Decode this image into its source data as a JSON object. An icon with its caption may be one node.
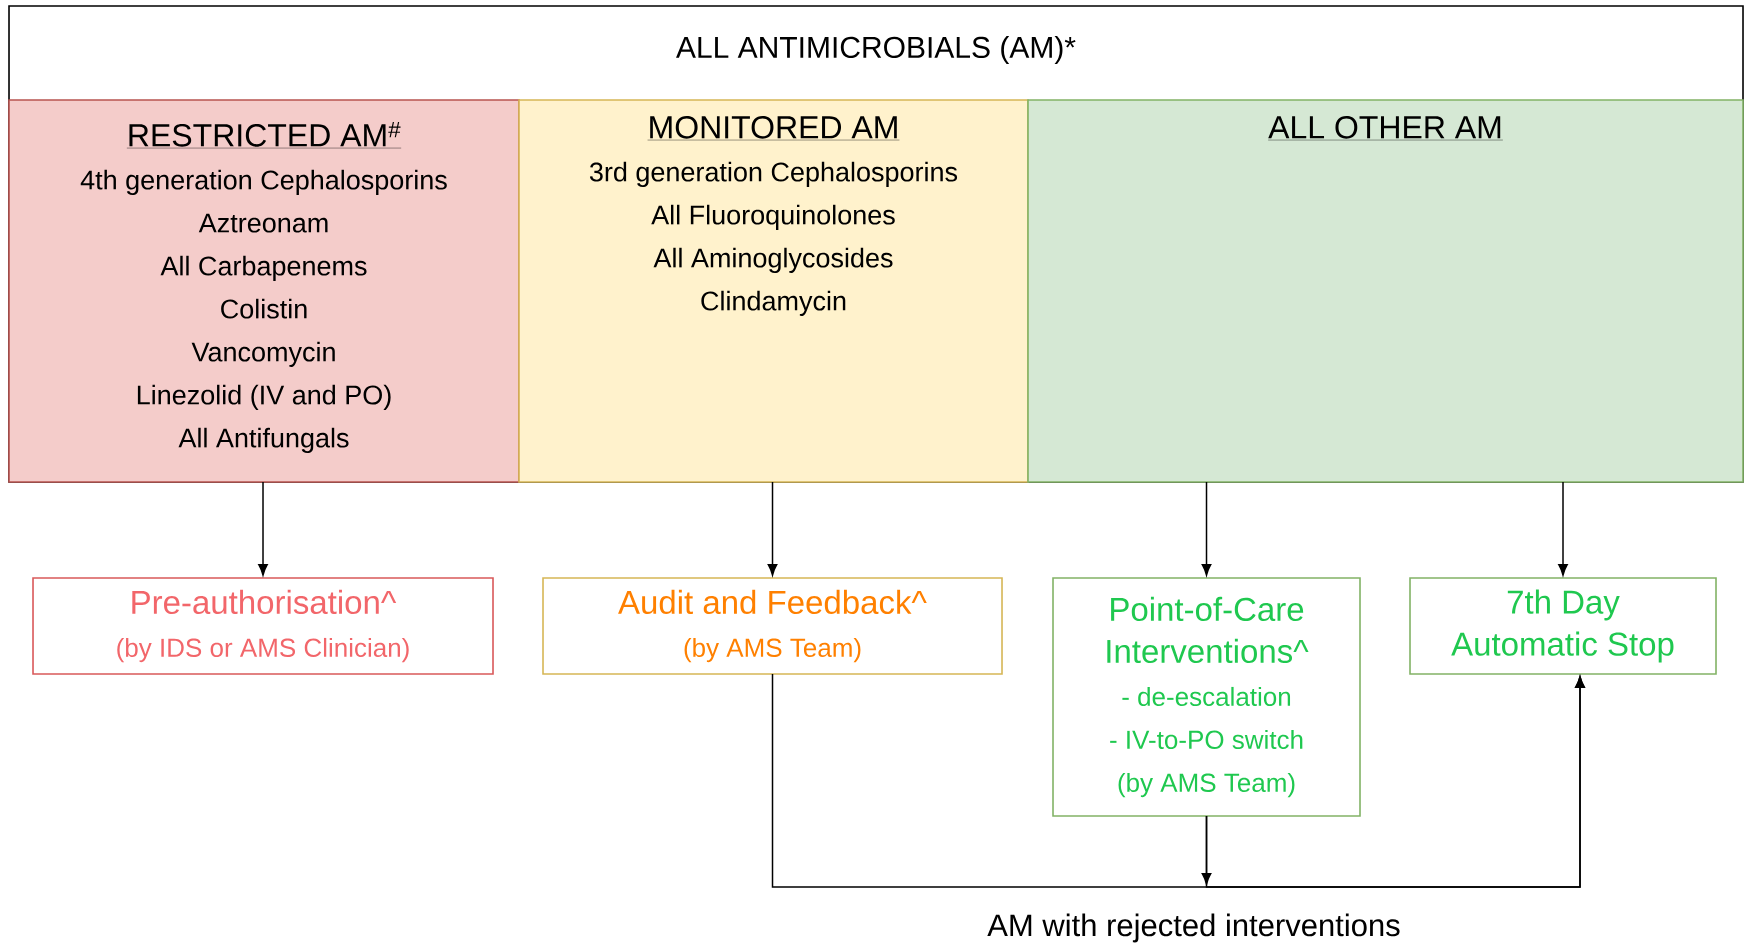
{
  "diagram": {
    "nodes": [
      {
        "text": [
          "ALL ANTIMICROBIALS (AM)*"
        ]
      },
      {
        "text": [
          "RESTRICTED AM$^{#}$",
          "4th generation Cephalosporins",
          "Aztreonam",
          "All Carbapenems",
          "Colistin",
          "Vancomycin",
          "Linezolid (IV and PO)",
          "All Antifungals"
        ],
        "in": 0
      },
      {
        "text": [
          "MONITORED AM",
          "3rd  generation Cephalosporins",
          "All Fluoroquinolones",
          "All Aminoglycosides",
          "Clindamycin"
        ],
        "in": 0
      },
      {
        "text": [
          "ALL OTHER AM"
        ],
        "in": 0
      },
      {
        "text": [
          "Pre-authorisation^",
          "(by IDS or AMS Clinician)"
        ]
      },
      {
        "text": [
          "Audit and Feedback^",
          "(by AMS Team)"
        ]
      },
      {
        "text": [
          "Point-of-Care Interventions^",
          "- de-escalation",
          "- IV-to-PO switch",
          "(by AMS Team)"
        ]
      },
      {
        "text": [
          "7th Day Automatic Stop"
        ]
      }
    ],
    "edges": [
      {
        "from": 1,
        "to": 4,
        "arrow": "to"
      },
      {
        "from": 2,
        "to": 5,
        "arrow": "to"
      },
      {
        "from": 3,
        "to": 6,
        "arrow": "to"
      },
      {
        "from": 3,
        "to": 7,
        "arrow": "to"
      },
      {
        "from": 5,
        "to": 7,
        "arrow": "to",
        "label": "AM with rejected interventions"
      },
      {
        "from": 6,
        "to": 7,
        "arrow": "to"
      }
    ]
  }
}
